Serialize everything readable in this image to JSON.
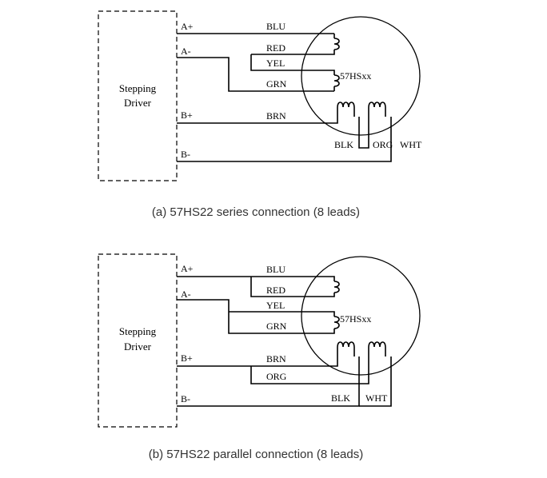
{
  "diagrams": [
    {
      "driver_label": [
        "Stepping",
        "Driver"
      ],
      "terminals": [
        "A+",
        "A-",
        "B+",
        "B-"
      ],
      "wires": [
        "BLU",
        "RED",
        "YEL",
        "GRN",
        "BRN"
      ],
      "coil_labels": [
        "BLK",
        "ORG",
        "WHT"
      ],
      "motor_label": "57HSxx",
      "caption": "(a) 57HS22 series connection (8 leads)"
    },
    {
      "driver_label": [
        "Stepping",
        "Driver"
      ],
      "terminals": [
        "A+",
        "A-",
        "B+",
        "B-"
      ],
      "wires": [
        "BLU",
        "RED",
        "YEL",
        "GRN",
        "BRN",
        "ORG"
      ],
      "coil_labels": [
        "BLK",
        "WHT"
      ],
      "motor_label": "57HSxx",
      "caption": "(b) 57HS22 parallel connection (8 leads)"
    }
  ]
}
